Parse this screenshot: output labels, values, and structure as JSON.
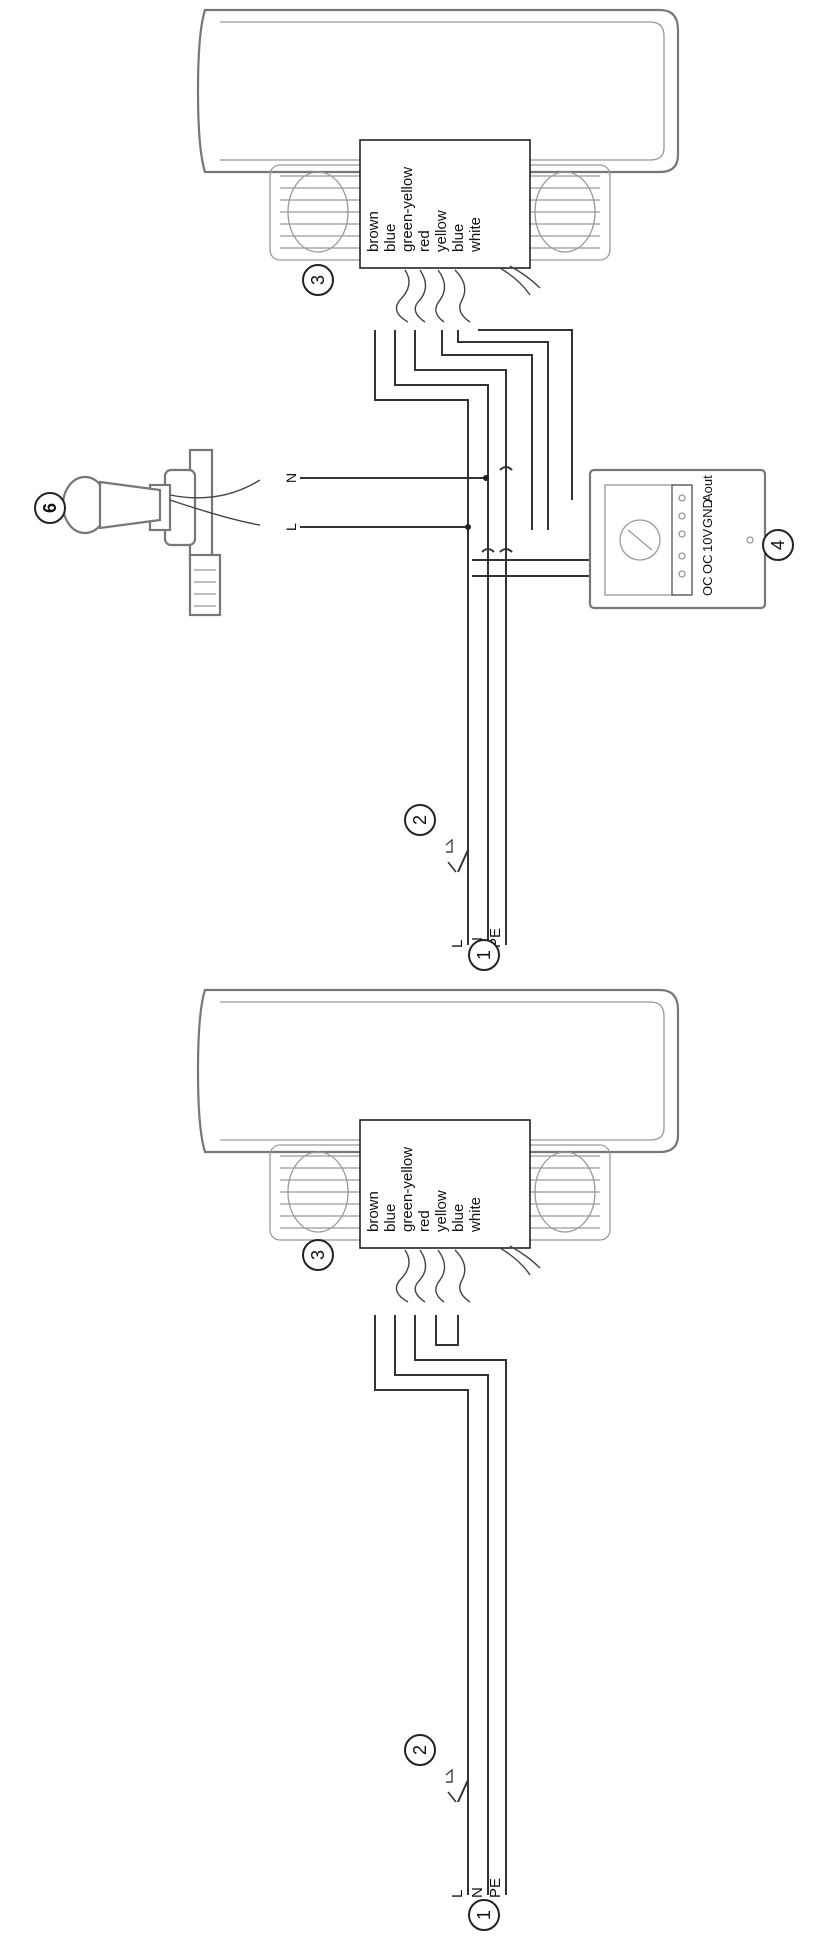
{
  "callouts": {
    "supply": "1",
    "switch": "2",
    "unit": "3",
    "controller": "4",
    "valve": "6"
  },
  "supply_terminals": [
    "L",
    "N",
    "PE"
  ],
  "valve_terminals": {
    "n": "N",
    "l": "L"
  },
  "wire_colors": [
    "brown",
    "blue",
    "green-yellow",
    "red",
    "yellow",
    "blue",
    "white"
  ],
  "controller_terminals": [
    "OC",
    "OC",
    "10V",
    "GND",
    "Aout"
  ]
}
